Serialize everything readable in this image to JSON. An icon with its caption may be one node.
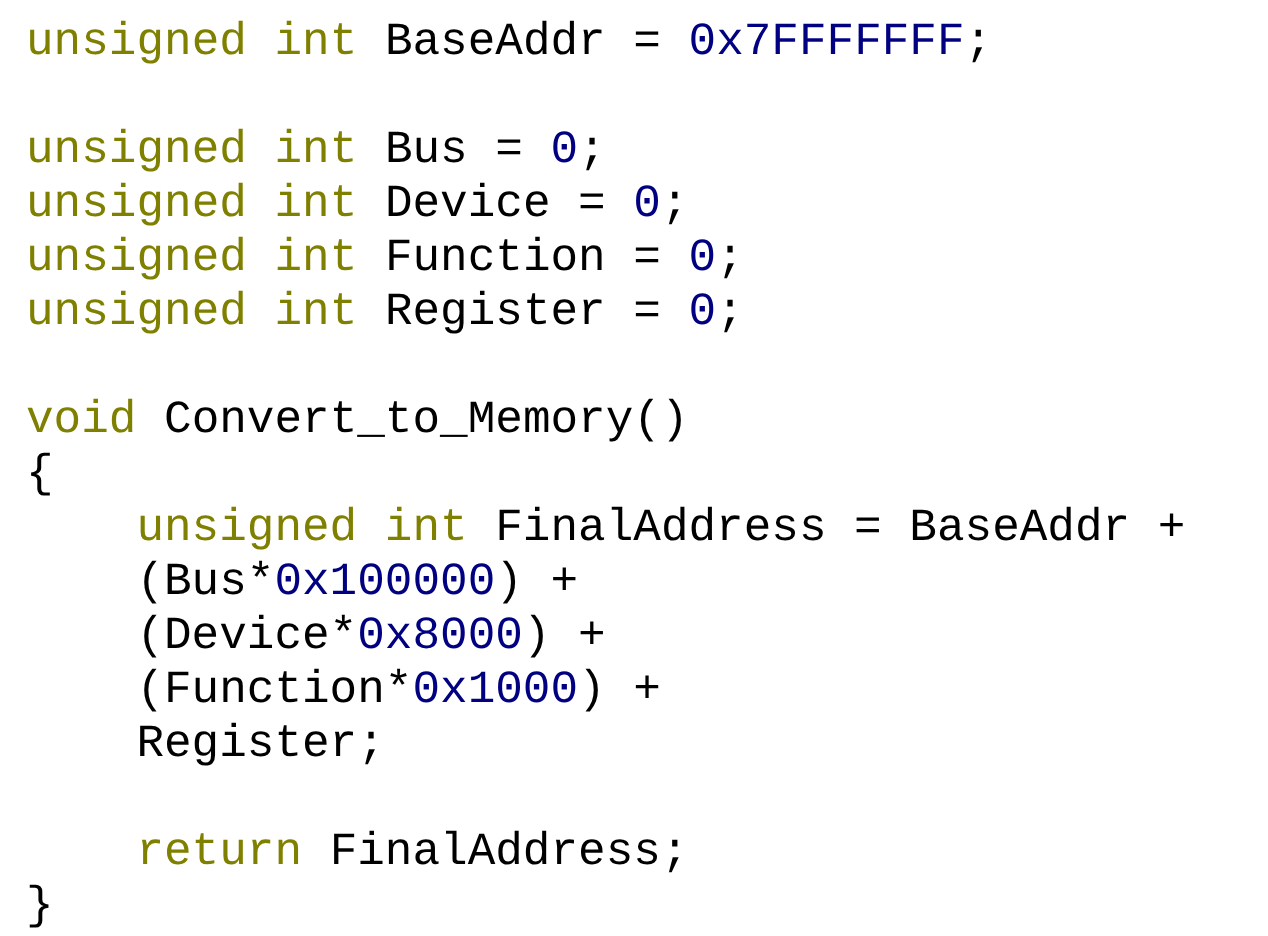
{
  "diagram": {
    "labels": [
      "unsigned int BaseAddr = 0x7FFFFFFF;",
      "unsigned int Bus = 0;",
      "unsigned int Device = 0;",
      "unsigned int Function = 0;",
      "unsigned int Register = 0;",
      "void Convert_to_Memory()",
      "{",
      "unsigned int FinalAddress = BaseAddr +",
      "(Bus*0x100000) +",
      "(Device*0x8000) +",
      "(Function*0x1000) +",
      "Register;",
      "return FinalAddress;",
      "}"
    ]
  }
}
